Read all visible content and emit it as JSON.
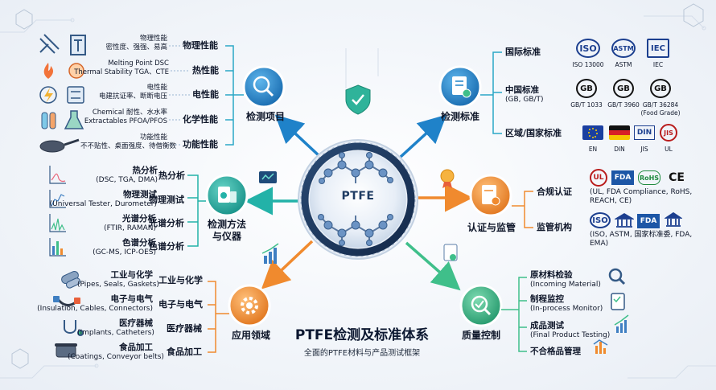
{
  "center": {
    "label": "PTFE"
  },
  "title": "PTFE检测及标准体系",
  "subtitle": "全面的PTFE材料与产品测试框架",
  "colors": {
    "blue": "#1f82c9",
    "teal": "#23b2a8",
    "green": "#3fbf8a",
    "orange": "#f08a2e",
    "navy": "#1e3a5f"
  },
  "test_items": {
    "label": "检测项目",
    "rows": [
      {
        "name": "物理性能",
        "desc_line1": "物理性能",
        "desc_line2": "密性度、强强、易高",
        "icon": "caliper-icon"
      },
      {
        "name": "热性能",
        "desc_line1": "Melting Point  DSC",
        "desc_line2": "Thermal Stability TGA、CTE",
        "icon": "flame-icon"
      },
      {
        "name": "电性能",
        "desc_line1": "电性能",
        "desc_line2": "电建抗证率、断断电压",
        "icon": "lightning-icon"
      },
      {
        "name": "化学性能",
        "desc_line1": "Chemical 耐性、水水率",
        "desc_line2": "Extractables PFOA/PFOS",
        "icon": "flask-icon"
      },
      {
        "name": "功能性能",
        "desc_line1": "功能性能",
        "desc_line2": "不不贴性、桌面强度、待借衡数",
        "icon": "pan-icon"
      }
    ]
  },
  "standards": {
    "label": "检测标准",
    "intl": {
      "name": "国际标准",
      "logos": [
        {
          "mark": "ISO",
          "caption": "ISO 13000"
        },
        {
          "mark": "ASTM",
          "caption": "ASTM"
        },
        {
          "mark": "IEC",
          "caption": "IEC"
        }
      ]
    },
    "china": {
      "name": "中国标准",
      "sub": "(GB, GB/T)",
      "logos": [
        {
          "mark": "GB",
          "caption": "GB/T 1033"
        },
        {
          "mark": "GB",
          "caption": "GB/T 3960"
        },
        {
          "mark": "GB",
          "caption": "GB/T 36284",
          "caption2": "(Food Grade)"
        }
      ]
    },
    "regional": {
      "name": "区域/国家标准",
      "logos": [
        {
          "mark": "EN",
          "caption": "EN"
        },
        {
          "mark": "DIN",
          "caption": "DIN"
        },
        {
          "mark": "DIN",
          "caption": "JIS"
        },
        {
          "mark": "JIS",
          "caption": "UL"
        }
      ]
    }
  },
  "methods": {
    "label_line1": "检测方法",
    "label_line2": "与仪器",
    "rows": [
      {
        "name": "热分析",
        "title": "热分析",
        "desc": "(DSC, TGA, DMA)"
      },
      {
        "name": "物理测试",
        "title": "物理测试",
        "desc": "(Universal Tester, Durometer)"
      },
      {
        "name": "光谱分析",
        "title": "光谱分析",
        "desc": "(FTIR, RAMAN)"
      },
      {
        "name": "色谱分析",
        "title": "色谱分析",
        "desc": "(GC-MS, ICP-OES)"
      }
    ]
  },
  "certification": {
    "label": "认证与监管",
    "compliance": {
      "name": "合规认证",
      "desc_line1": "(UL, FDA Compliance, RoHS,",
      "desc_line2": "REACH, CE)",
      "logos": [
        "UL",
        "FDA",
        "RoHS",
        "CE"
      ]
    },
    "agency": {
      "name": "监管机构",
      "desc_line1": "(ISO, ASTM, 国家标准委, FDA,",
      "desc_line2": "EMA)",
      "logos": [
        "ISO",
        "FDA"
      ]
    }
  },
  "applications": {
    "label": "应用领域",
    "rows": [
      {
        "name": "工业与化学",
        "title": "工业与化学",
        "desc": "(Pipes, Seals, Gaskets)",
        "icon": "pipes-icon"
      },
      {
        "name": "电子与电气",
        "title": "电子与电气",
        "desc": "(Insulation, Cables, Connectors)",
        "icon": "cable-icon"
      },
      {
        "name": "医疗器械",
        "title": "医疗器械",
        "desc": "(Implants, Catheters)",
        "icon": "stethoscope-icon"
      },
      {
        "name": "食品加工",
        "title": "食品加工",
        "desc": "(Coatings, Conveyor belts)",
        "icon": "pot-icon"
      }
    ]
  },
  "quality": {
    "label": "质量控制",
    "rows": [
      {
        "name": "原材料检验",
        "sub": "(Incoming Material)"
      },
      {
        "name": "制程监控",
        "sub": "(In-process Monitor)"
      },
      {
        "name": "成品测试",
        "sub": "(Final Product Testing)"
      },
      {
        "name": "不合格品管理",
        "sub": ""
      }
    ]
  }
}
